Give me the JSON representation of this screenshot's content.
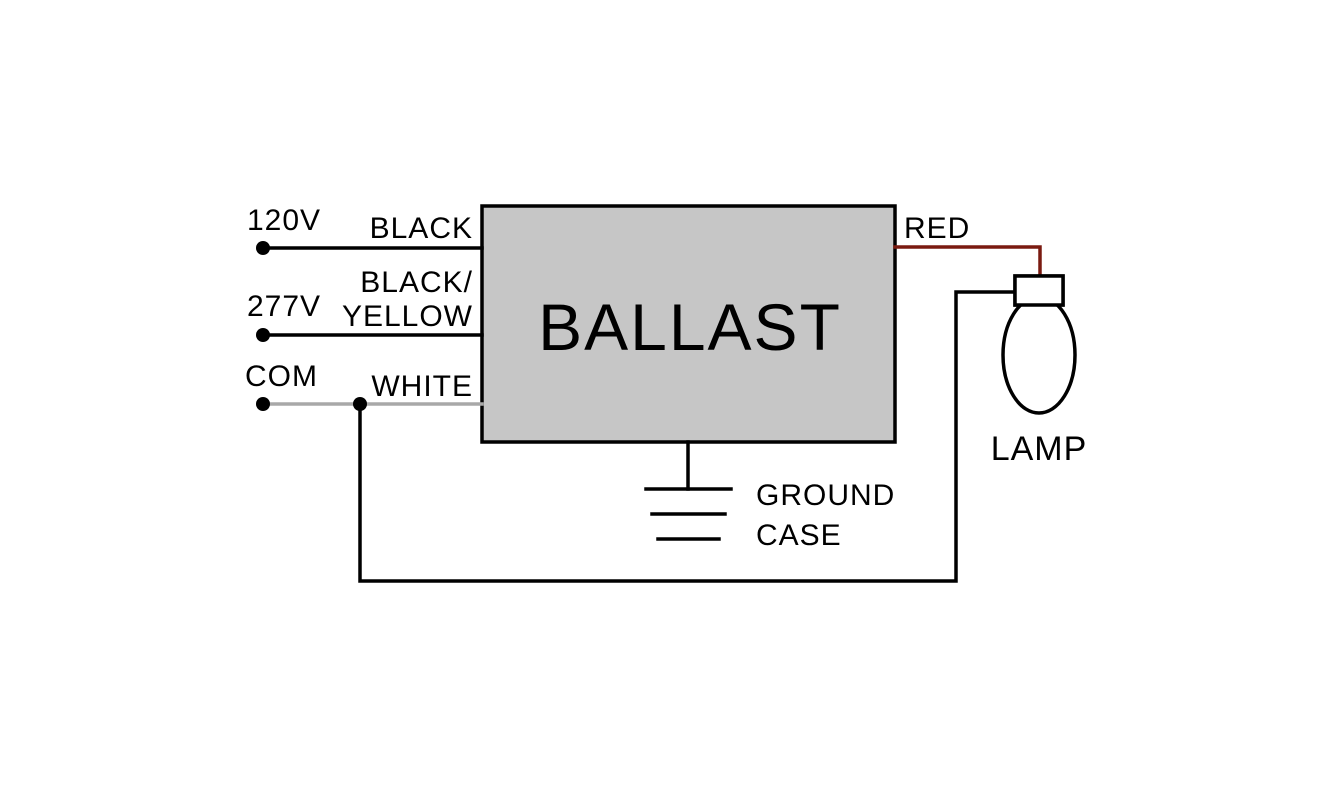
{
  "diagram": {
    "ballast_label": "BALLAST",
    "lamp_label": "LAMP",
    "ground": {
      "line1": "GROUND",
      "line2": "CASE"
    },
    "inputs": {
      "v120": {
        "terminal": "120V",
        "wire": "BLACK"
      },
      "v277": {
        "terminal": "277V",
        "wire_line1": "BLACK/",
        "wire_line2": "YELLOW"
      },
      "com": {
        "terminal": "COM",
        "wire": "WHITE"
      }
    },
    "output": {
      "wire": "RED"
    }
  },
  "colors": {
    "line": "#000000",
    "ballast_fill": "#c6c6c6",
    "white_wire": "#a8a8a8",
    "red_wire": "#7a1a10"
  }
}
